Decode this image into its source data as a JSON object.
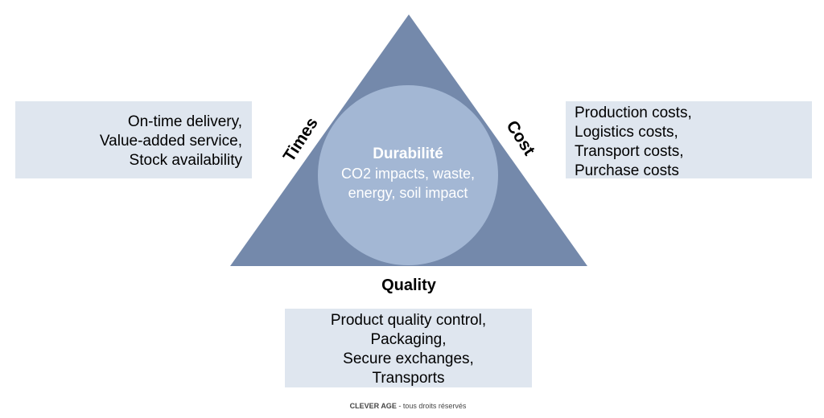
{
  "colors": {
    "triangle": "#7489ab",
    "circle": "#a3b7d4",
    "box": "#dfe6ef"
  },
  "center": {
    "title": "Durabilité",
    "lines": [
      "CO2 impacts, waste,",
      "energy, soil impact"
    ]
  },
  "labels": {
    "times": "Times",
    "cost": "Cost",
    "quality": "Quality"
  },
  "boxes": {
    "times": [
      "On-time delivery,",
      "Value-added service,",
      "Stock availability"
    ],
    "cost": [
      "Production costs,",
      "Logistics costs,",
      "Transport costs,",
      "Purchase costs"
    ],
    "quality": [
      "Product quality control,",
      "Packaging,",
      "Secure exchanges,",
      "Transports"
    ]
  },
  "footer": {
    "brand": "CLEVER AGE",
    "rest": " - tous droits réservés"
  }
}
